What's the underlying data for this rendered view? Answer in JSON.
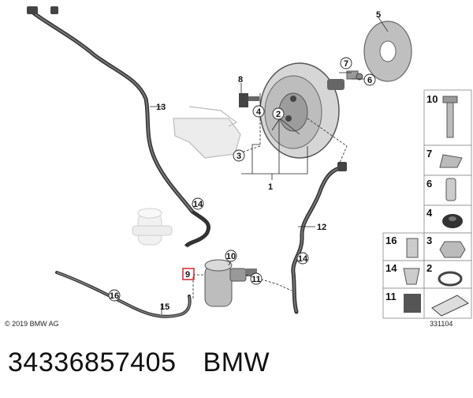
{
  "callouts": {
    "c1": "1",
    "c2": "2",
    "c3": "3",
    "c4": "4",
    "c5": "5",
    "c6": "6",
    "c7": "7",
    "c8": "8",
    "c9": "9",
    "c10": "10",
    "c11": "11",
    "c12": "12",
    "c13": "13",
    "c14a": "14",
    "c14b": "14",
    "c15": "15",
    "c16": "16"
  },
  "grid": {
    "g10": "10",
    "g7": "7",
    "g6": "6",
    "g4": "4",
    "g16": "16",
    "g3": "3",
    "g14": "14",
    "g2": "2",
    "g11": "11"
  },
  "footer": {
    "copyright": "© 2019 BMW AG",
    "ref_code": "331104",
    "part_number": "34336857405",
    "brand": "BMW"
  },
  "colors": {
    "highlight": "#d9272e",
    "line": "#222222"
  }
}
